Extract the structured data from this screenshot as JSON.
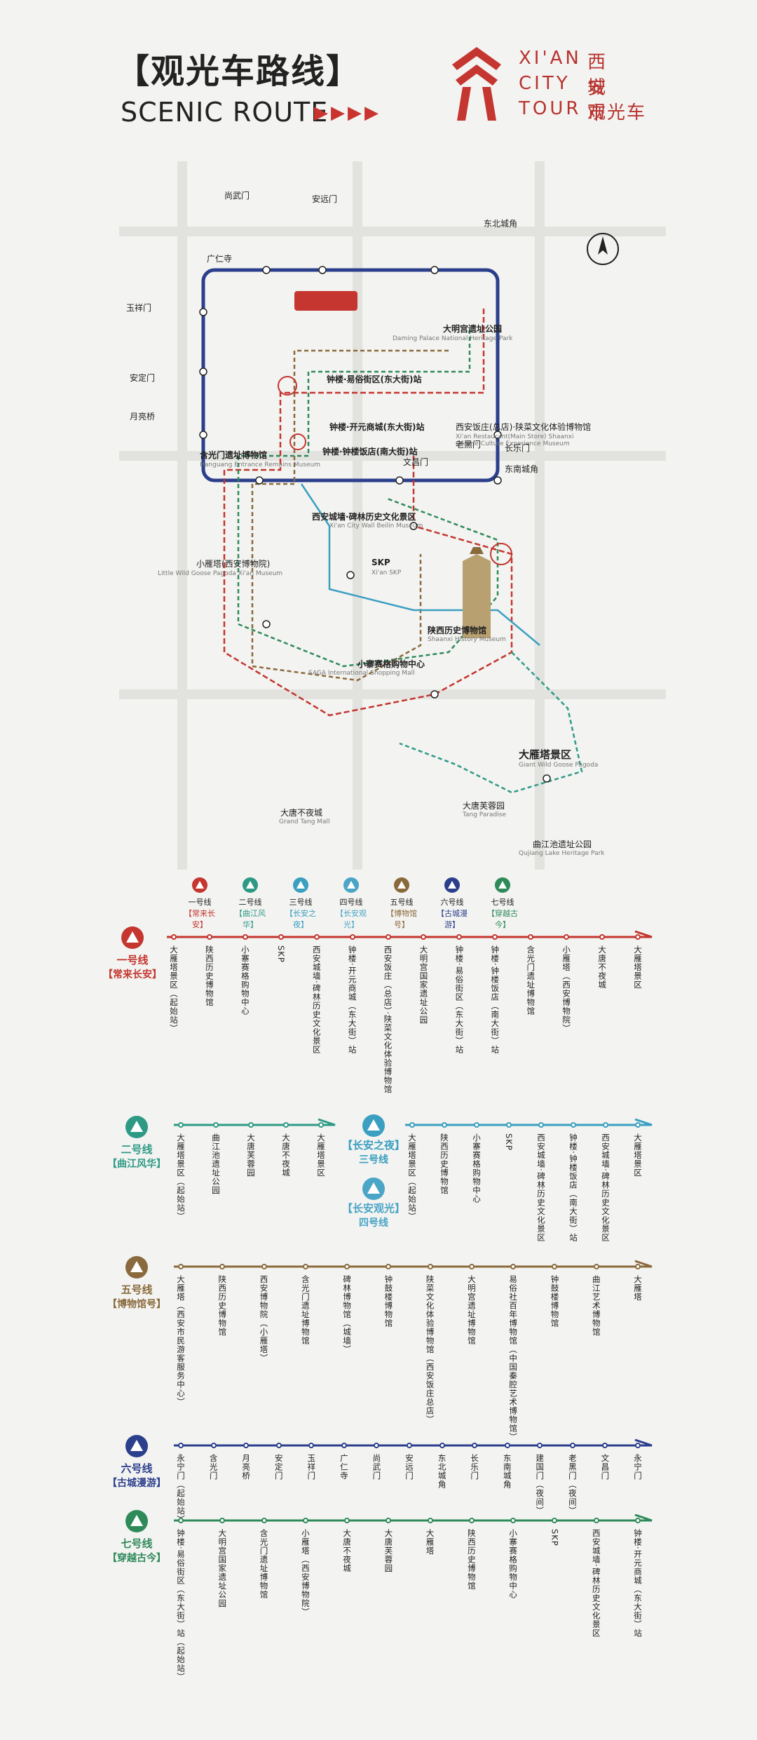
{
  "header": {
    "title_cn": "【观光车路线】",
    "title_en": "SCENIC ROUTE",
    "arrows": "▶▶▶▶",
    "logo_en": [
      "XI'AN",
      "CITY",
      "TOUR"
    ],
    "logo_cn": [
      "西 安",
      "城 市",
      "观光车"
    ],
    "compass": "北"
  },
  "colors": {
    "line1": "#c4362f",
    "line2": "#2e9a86",
    "line3": "#3a9fc0",
    "line4": "#4aa5c6",
    "line5": "#8a6a3c",
    "line6": "#2b3f8c",
    "line7": "#2f8a5a",
    "red": "#c4362f"
  },
  "map_labels": [
    {
      "cn": "尚武门",
      "en": ""
    },
    {
      "cn": "安远门",
      "en": ""
    },
    {
      "cn": "东北城角",
      "en": ""
    },
    {
      "cn": "大明宫遗址公园",
      "en": "Daming Palace National Heritage Park"
    },
    {
      "cn": "广仁寺",
      "en": ""
    },
    {
      "cn": "玉祥门",
      "en": ""
    },
    {
      "cn": "钟楼·易俗街区(东大街)站",
      "en": ""
    },
    {
      "cn": "钟楼·开元商城(东大街)站",
      "en": ""
    },
    {
      "cn": "西安饭庄(总店)·陕菜文化体验博物馆",
      "en": "Xi'an Restaurant(Main Store) Shaanxi Cuisine Culture Experience Museum"
    },
    {
      "cn": "安定门",
      "en": ""
    },
    {
      "cn": "月亮桥",
      "en": ""
    },
    {
      "cn": "含光门遗址博物馆",
      "en": "Hanguang Entrance Remains Museum"
    },
    {
      "cn": "钟楼·钟楼饭店(南大街)站",
      "en": ""
    },
    {
      "cn": "文昌门",
      "en": ""
    },
    {
      "cn": "老黑门",
      "en": ""
    },
    {
      "cn": "长乐门",
      "en": ""
    },
    {
      "cn": "东南城角",
      "en": ""
    },
    {
      "cn": "西安城墙·碑林历史文化景区",
      "en": "Xi'an City Wall Beilin Museum"
    },
    {
      "cn": "小雁塔(西安博物院)",
      "en": "Little Wild Goose Pagoda Xi'an Museum"
    },
    {
      "cn": "SKP",
      "en": "Xi'an SKP"
    },
    {
      "cn": "陕西历史博物馆",
      "en": "Shaanxi History Museum"
    },
    {
      "cn": "小寨赛格购物中心",
      "en": "SAGA International Shopping Mall"
    },
    {
      "cn": "大雁塔景区",
      "en": "Giant Wild Goose Pagoda"
    },
    {
      "cn": "大唐不夜城",
      "en": "Grand Tang Mall"
    },
    {
      "cn": "大唐芙蓉园",
      "en": "Tang Paradise"
    },
    {
      "cn": "曲江池遗址公园",
      "en": "Qujiang Lake Heritage Park"
    }
  ],
  "legend": [
    {
      "n": "一号线",
      "s": "【常来长安】"
    },
    {
      "n": "二号线",
      "s": "【曲江风华】"
    },
    {
      "n": "三号线",
      "s": "【长安之夜】"
    },
    {
      "n": "四号线",
      "s": "【长安观光】"
    },
    {
      "n": "五号线",
      "s": "【博物馆号】"
    },
    {
      "n": "六号线",
      "s": "【古城漫游】"
    },
    {
      "n": "七号线",
      "s": "【穿越古今】"
    }
  ],
  "routes": {
    "line1": {
      "n": "一号线",
      "s": "【常来长安】",
      "stops": [
        "大雁塔景区（起始站）",
        "陕西历史博物馆",
        "小寨赛格购物中心",
        "SKP",
        "西安城墙·碑林历史文化景区",
        "钟楼·开元商城（东大街）站",
        "西安饭庄（总店）·陕菜文化体验博物馆",
        "大明宫国家遗址公园",
        "钟楼·易俗街区（东大街）站",
        "钟楼·钟楼饭店（南大街）站",
        "含光门遗址博物馆",
        "小雁塔（西安博物院）",
        "大唐不夜城",
        "大雁塔景区"
      ]
    },
    "line2": {
      "n": "二号线",
      "s": "【曲江风华】",
      "stops": [
        "大雁塔景区（起始站）",
        "曲江池遗址公园",
        "大唐芙蓉园",
        "大唐不夜城",
        "大雁塔景区"
      ]
    },
    "line34": {
      "n3": "三号线",
      "s3": "【长安之夜】",
      "n4": "四号线",
      "s4": "【长安观光】",
      "stops": [
        "大雁塔景区（起始站）",
        "陕西历史博物馆",
        "小寨赛格购物中心",
        "SKP",
        "西安城墙·碑林历史文化景区",
        "钟楼·钟楼饭店（南大街）站",
        "西安城墙·碑林历史文化景区",
        "大雁塔景区"
      ]
    },
    "line5": {
      "n": "五号线",
      "s": "【博物馆号】",
      "stops": [
        "大雁塔（西安市民游客服务中心）",
        "陕西历史博物馆",
        "西安博物院（小雁塔）",
        "含光门遗址博物馆",
        "碑林博物馆（城墙）",
        "钟鼓楼博物馆",
        "陕菜文化体验博物馆（西安饭庄总店）",
        "大明宫遗址博物馆",
        "易俗社百年博物馆（中国秦腔艺术博物馆）",
        "钟鼓楼博物馆",
        "曲江艺术博物馆",
        "大雁塔"
      ]
    },
    "line6": {
      "n": "六号线",
      "s": "【古城漫游】",
      "stops": [
        "永宁门（起始站）",
        "含光门",
        "月亮桥",
        "安定门",
        "玉祥门",
        "广仁寺",
        "尚武门",
        "安远门",
        "东北城角",
        "长乐门",
        "东南城角",
        "建国门（夜间）",
        "老黑门（夜间）",
        "文昌门",
        "永宁门"
      ]
    },
    "line7": {
      "n": "七号线",
      "s": "【穿越古今】",
      "stops": [
        "钟楼·易俗街区（东大街）站（起始站）",
        "大明宫国家遗址公园",
        "含光门遗址博物馆",
        "小雁塔（西安博物院）",
        "大唐不夜城",
        "大唐芙蓉园",
        "大雁塔",
        "陕西历史博物馆",
        "小寨赛格购物中心",
        "SKP",
        "西安城墙·碑林历史文化景区",
        "钟楼·开元商城（东大街）站"
      ]
    }
  }
}
